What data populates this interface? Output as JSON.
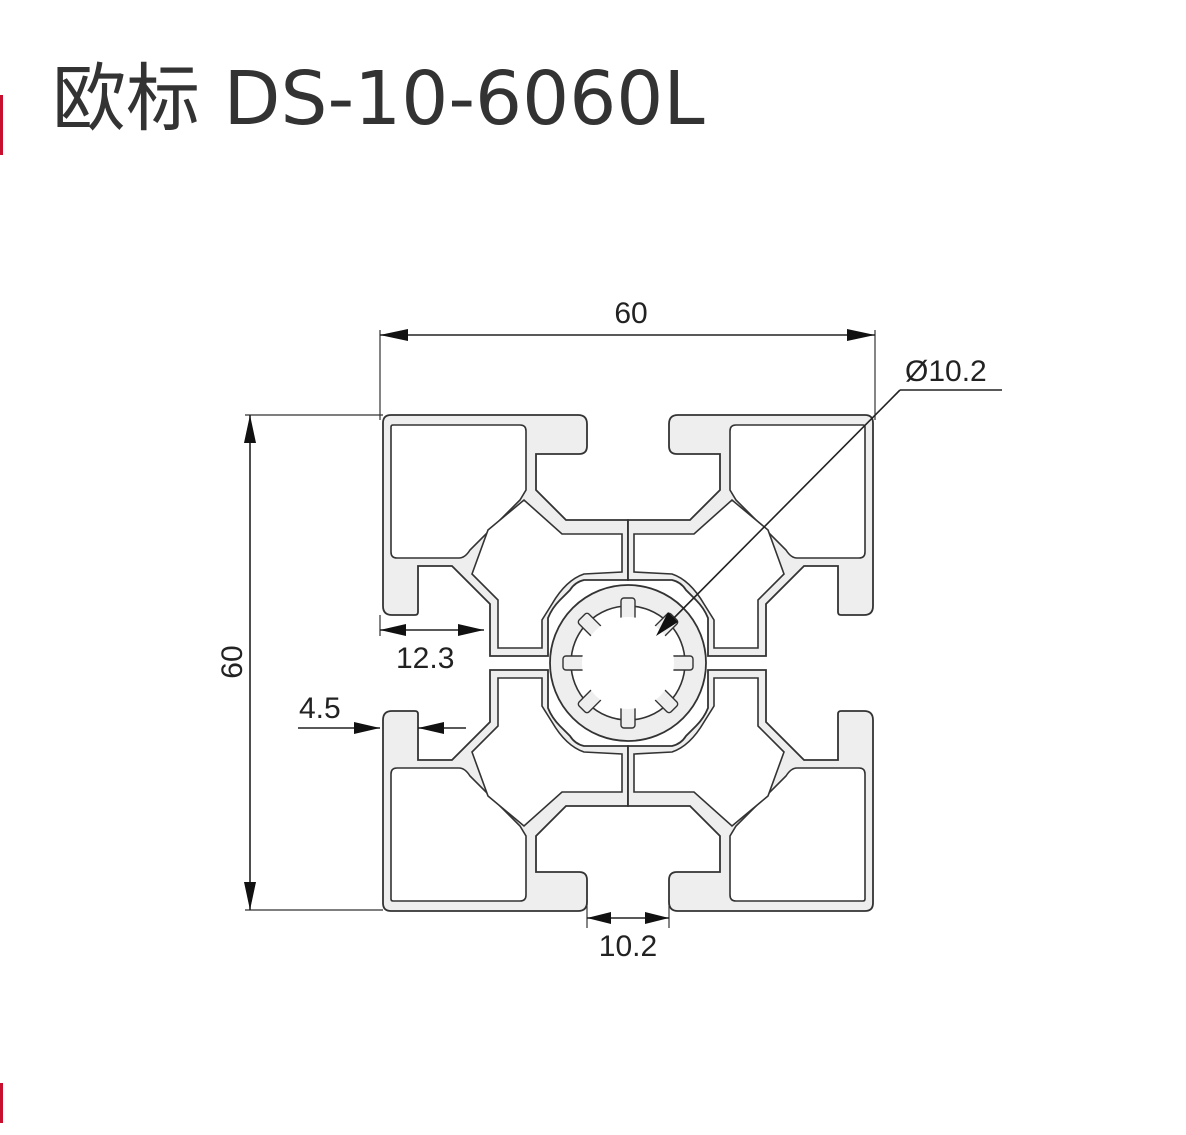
{
  "title": "欧标  DS-10-6060L",
  "dimensions": {
    "width": "60",
    "height": "60",
    "center_bore": "Ø10.2",
    "slot_depth": "12.3",
    "lip_thickness": "4.5",
    "slot_width": "10.2"
  },
  "colors": {
    "profile_fill": "#eeeeee",
    "profile_outline": "#333333",
    "dimension_lines": "#222222",
    "edge_marks": "#c8102e"
  }
}
